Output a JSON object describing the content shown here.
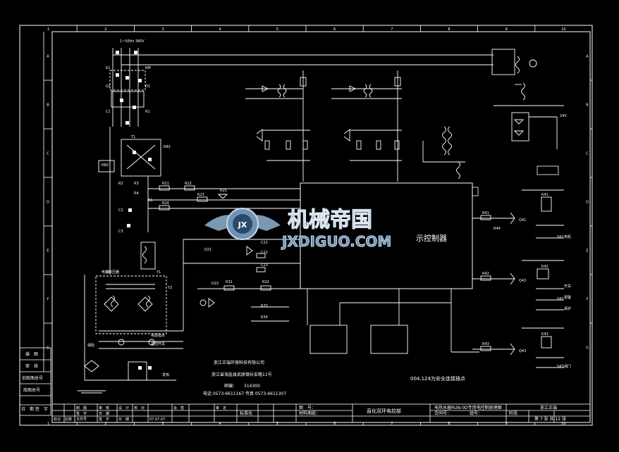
{
  "grid": {
    "cols": [
      "1",
      "2",
      "3",
      "4",
      "5",
      "6",
      "7",
      "8",
      "9",
      "10"
    ],
    "rows": [
      "A",
      "B",
      "C",
      "D",
      "E",
      "F",
      "G"
    ]
  },
  "watermark": {
    "cn": "机械帝国",
    "en": "JXDIGUO.COM",
    "emblem": "JX"
  },
  "schematic": {
    "partial_title": "示控制器",
    "company_cn": "浙江正端环保科技有限公司",
    "company_addr": "浙江省海盐县武原镇长安路11号",
    "postcode_label": "邮编：",
    "postcode": "314300",
    "phone_line": "电话  0573-6611167  传真  0573-6611307",
    "safety_note": "004,124为安全连接插点",
    "top_power_label": "1~50Hz 380V",
    "right_bus_label": "24V",
    "components_left": [
      "K1",
      "KM",
      "Q1",
      "D1",
      "C1",
      "R1",
      "T1",
      "RB1",
      "RB2",
      "R2",
      "R3",
      "R4",
      "R5",
      "C2",
      "C3",
      "KR",
      "Y1",
      "Y2"
    ],
    "components_mid": [
      "R21",
      "R22",
      "R23",
      "R24",
      "R25",
      "C21",
      "C22",
      "C23",
      "D21",
      "D22",
      "R31",
      "R32",
      "R33",
      "R34"
    ],
    "components_right": [
      "R41",
      "R42",
      "R43",
      "R44",
      "Q41",
      "Q42",
      "Q43",
      "K41",
      "K42",
      "K43",
      "S41",
      "S42",
      "S43"
    ],
    "right_relay_labels": [
      "电机",
      "开关",
      "报警",
      "保护",
      "阀门"
    ],
    "left_small_labels": [
      "电源指示",
      "温控开关",
      "保险",
      "发热",
      "电源变压器"
    ]
  },
  "left_side_table": [
    {
      "label": "描　图"
    },
    {
      "label": "审　核"
    },
    {
      "label": "旧底图总号"
    },
    {
      "label": "底图总号"
    },
    {
      "label": "日　期  签　字"
    }
  ],
  "title_block": {
    "row1": [
      "标记",
      "处数",
      "文件号",
      "签　字",
      "日　期",
      "07.07.07"
    ],
    "row2": [
      "制　图",
      "审　核",
      "设　计",
      "校　对",
      "会　签",
      "审　定"
    ],
    "row3": [
      "签　字",
      "日　期"
    ],
    "approve": "标准化",
    "drawing_no_label": "图　号：",
    "material_label": "材料图纸：",
    "dept": "直化双环电控部",
    "drawing_title": "电热水器RUN-0D专用电控制原理图",
    "contract_label": "合同号：",
    "group_label": "组号：",
    "stage_label": "阶段",
    "company_short": "浙江正端",
    "sheet_label": "第 7 张  共 12 张"
  }
}
